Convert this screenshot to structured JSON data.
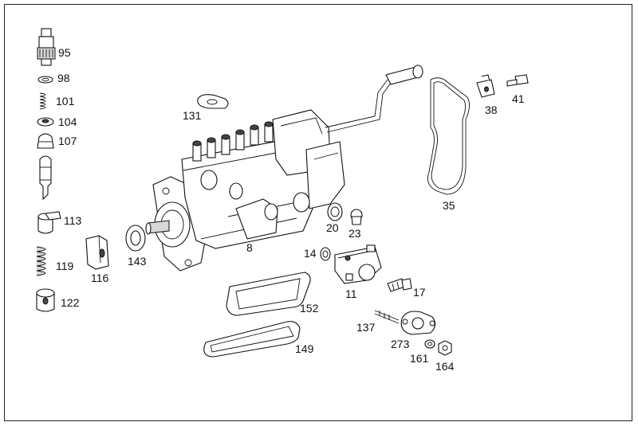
{
  "background_color": "#ffffff",
  "line_color": "#111111",
  "callouts": {
    "p95": "95",
    "p98": "98",
    "p101": "101",
    "p104": "104",
    "p107": "107",
    "p113": "113",
    "p119": "119",
    "p122": "122",
    "p116": "116",
    "p143": "143",
    "p131": "131",
    "p8": "8",
    "p20": "20",
    "p23": "23",
    "p35": "35",
    "p38": "38",
    "p41": "41",
    "p14": "14",
    "p11": "11",
    "p17": "17",
    "p152": "152",
    "p149": "149",
    "p137": "137",
    "p273": "273",
    "p161": "161",
    "p164": "164"
  }
}
